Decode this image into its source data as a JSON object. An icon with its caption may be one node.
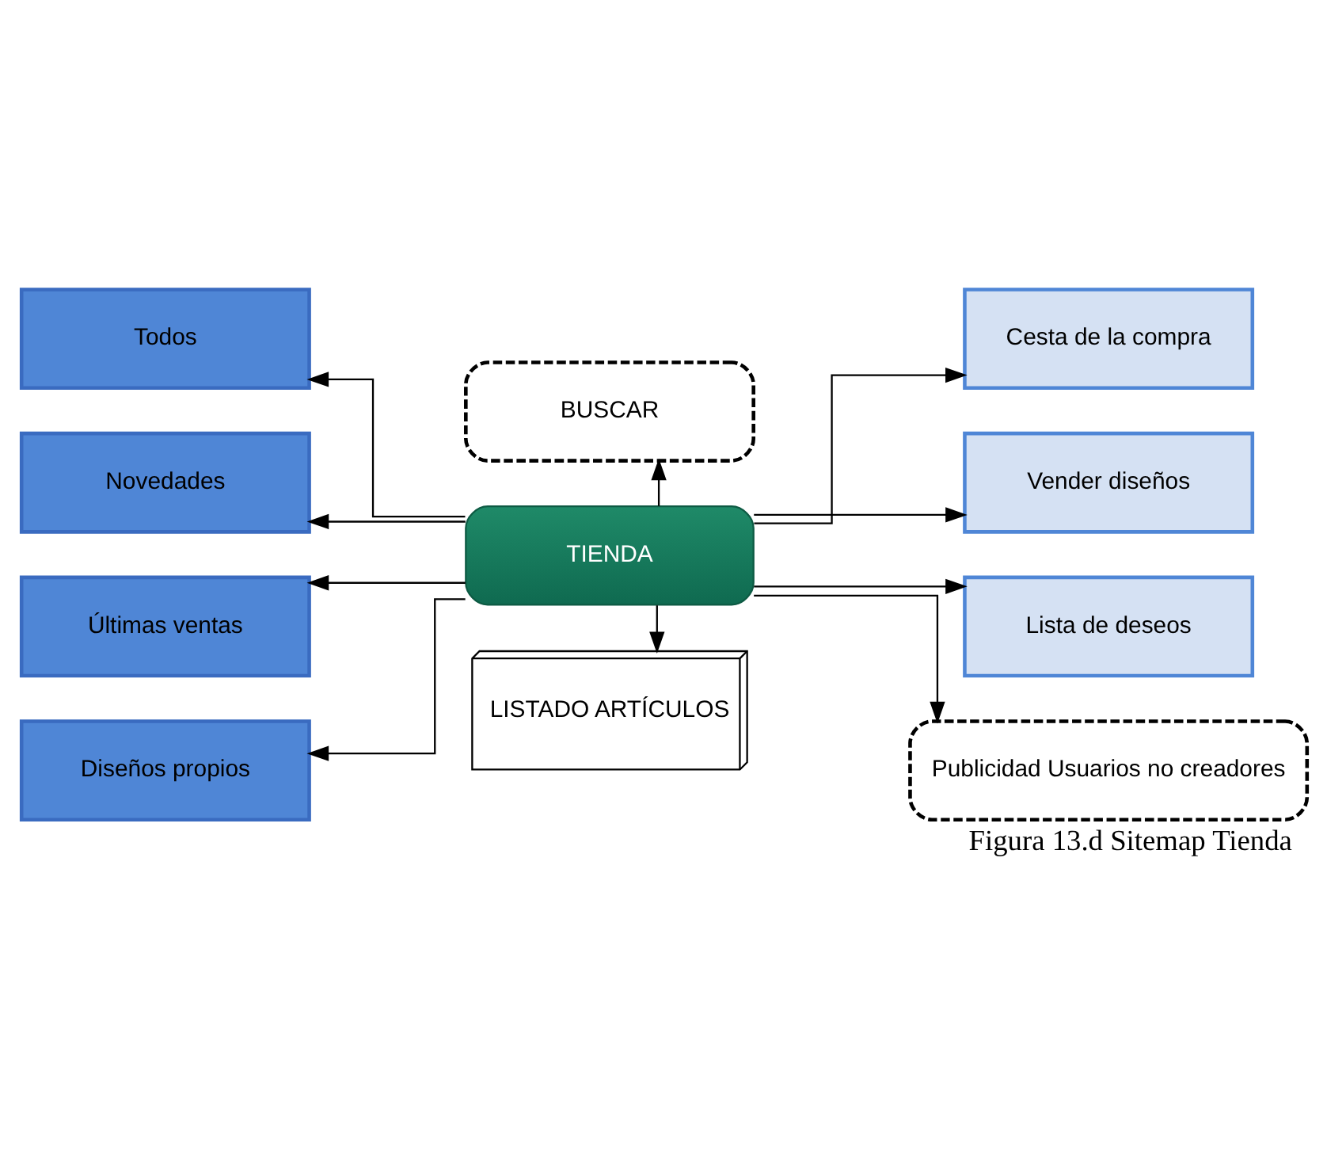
{
  "diagram": {
    "caption": "Figura 13.d Sitemap Tienda",
    "nodes": [
      {
        "text": [
          "BUSCAR"
        ]
      },
      {
        "text": [
          "Todos"
        ]
      },
      {
        "text": [
          "Novedades"
        ]
      },
      {
        "text": [
          "Últimas ventas"
        ]
      },
      {
        "text": [
          "Diseños propios"
        ]
      },
      {
        "text": [
          "TIENDA"
        ]
      },
      {
        "text": [
          "Cesta de la compra"
        ]
      },
      {
        "text": [
          "Vender diseños"
        ]
      },
      {
        "text": [
          "Lista de deseos"
        ]
      },
      {
        "text": [
          "Publicidad Usuarios no creadores"
        ]
      },
      {
        "text": [
          "LISTADO ARTÍCULOS"
        ]
      }
    ],
    "edges": [
      {
        "from": 5,
        "to": 0,
        "arrow": "to"
      },
      {
        "from": 5,
        "to": 1,
        "arrow": "to"
      },
      {
        "from": 5,
        "to": 2,
        "arrow": "to"
      },
      {
        "from": 5,
        "to": 3,
        "arrow": "to"
      },
      {
        "from": 5,
        "to": 4,
        "arrow": "to"
      },
      {
        "from": 5,
        "to": 6,
        "arrow": "to"
      },
      {
        "from": 5,
        "to": 7,
        "arrow": "to"
      },
      {
        "from": 5,
        "to": 8,
        "arrow": "to"
      },
      {
        "from": 5,
        "to": 9,
        "arrow": "to"
      },
      {
        "from": 5,
        "to": 10,
        "arrow": "to"
      }
    ]
  }
}
